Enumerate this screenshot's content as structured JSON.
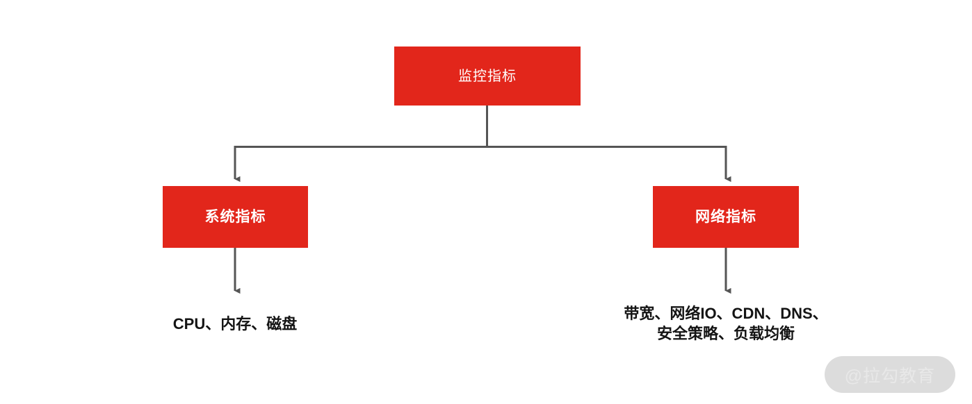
{
  "diagram": {
    "title": "监控指标",
    "type": "tree-diagram",
    "colors": {
      "node_fill": "#e2261b",
      "node_text": "#ffffff",
      "connector": "#555555",
      "leaf_text": "#141414",
      "background": "#ffffff",
      "watermark_pill": "#dcdcdc",
      "watermark_text": "#e8e8e8"
    },
    "nodes": {
      "root": {
        "label": "监控指标"
      },
      "system": {
        "label": "系统指标"
      },
      "network": {
        "label": "网络指标"
      }
    },
    "leaves": {
      "system_items": "CPU、内存、磁盘",
      "network_items": "带宽、网络IO、CDN、DNS、\n安全策略、负载均衡"
    },
    "connectors": [
      {
        "name": "root-to-bus",
        "from": "root",
        "to": "bus"
      },
      {
        "name": "bus-to-system",
        "from": "bus",
        "to": "system",
        "arrow": true
      },
      {
        "name": "bus-to-network",
        "from": "bus",
        "to": "network",
        "arrow": true
      },
      {
        "name": "system-to-items",
        "from": "system",
        "to": "system_items",
        "arrow": true
      },
      {
        "name": "network-to-items",
        "from": "network",
        "to": "network_items",
        "arrow": true
      }
    ]
  },
  "watermark": {
    "label": "@拉勾教育"
  }
}
